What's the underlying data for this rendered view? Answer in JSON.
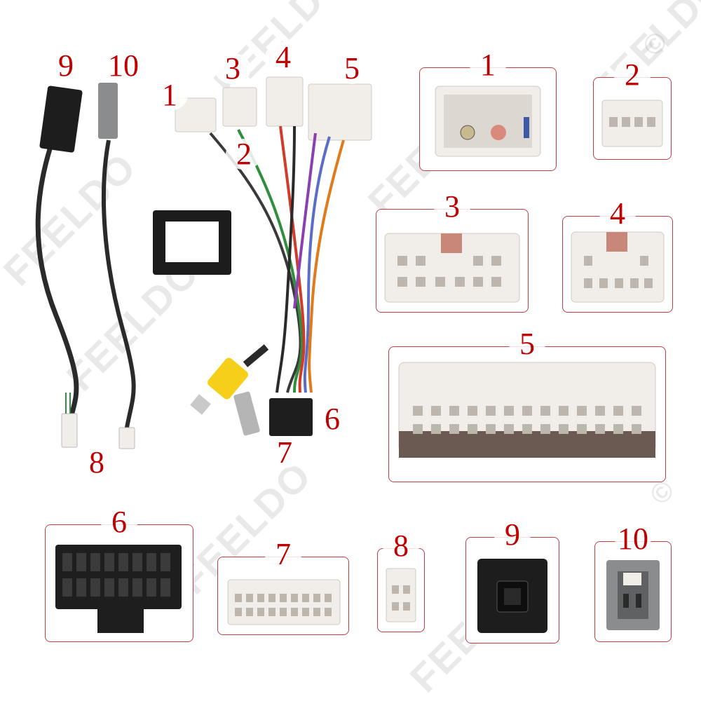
{
  "watermark": {
    "brand": "FEELDO",
    "copyright_symbol": "©"
  },
  "callouts": {
    "left": {
      "n9": "9",
      "n10": "10",
      "n8": "8",
      "n1": "1",
      "n2": "2",
      "n3": "3",
      "n4": "4",
      "n5": "5",
      "n6": "6",
      "n7": "7"
    },
    "boxes": {
      "b1": "1",
      "b2": "2",
      "b3": "3",
      "b4": "4",
      "b5": "5",
      "b6": "6",
      "b7": "7",
      "b8": "8",
      "b9": "9",
      "b10": "10"
    }
  },
  "colors": {
    "callout_red": "#c00000",
    "box_border": "#c04040",
    "connector_white": "#f1eeea",
    "connector_black": "#1e1e1e",
    "connector_gray": "#8a8c8e",
    "rca_yellow": "#f5cf1a"
  }
}
